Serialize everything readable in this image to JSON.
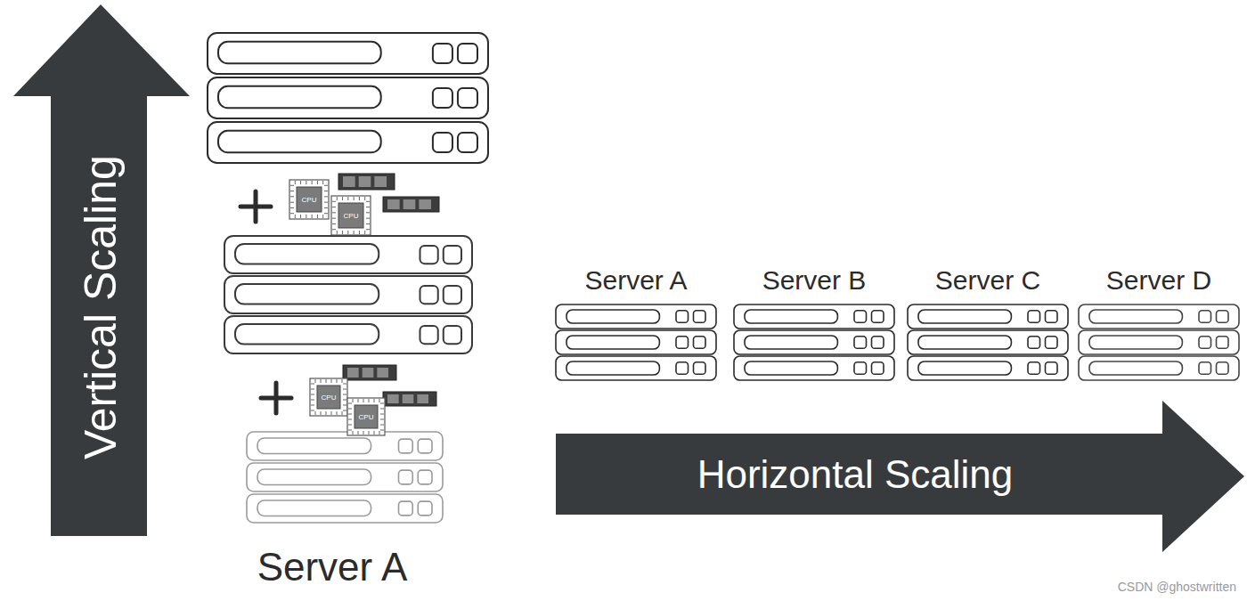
{
  "diagram": {
    "nodes": [
      {
        "text": [
          "Vertical Scaling"
        ]
      },
      {
        "text": [
          "Server A"
        ]
      },
      {
        "text": [
          "Server A"
        ]
      },
      {
        "text": [
          "Server B"
        ]
      },
      {
        "text": [
          "Server C"
        ]
      },
      {
        "text": [
          "Server D"
        ]
      },
      {
        "text": [
          "Horizontal Scaling"
        ]
      }
    ],
    "labels": [
      "CPU",
      "CPU",
      "CPU",
      "CPU",
      "CSDN @ghostwritten"
    ]
  }
}
